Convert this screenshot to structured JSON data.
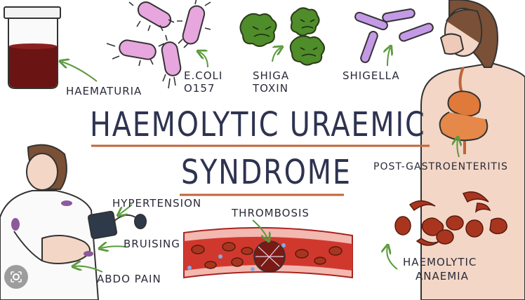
{
  "title": {
    "line1": "HAEMOLYTIC URAEMIC",
    "line2": "SYNDROME"
  },
  "causes": {
    "haematuria": "HAEMATURIA",
    "ecoli": [
      "E.COLI",
      "O157"
    ],
    "shiga_toxin": [
      "SHIGA",
      "TOXIN"
    ],
    "shigella": "SHIGELLA",
    "post_gastroenteritis": "POST-GASTROENTERITIS"
  },
  "symptoms": {
    "hypertension": "HYPERTENSION",
    "bruising": "BRUISING",
    "abdo_pain": "ABDO PAIN",
    "thrombosis": "THROMBOSIS",
    "haemolytic_anaemia": [
      "HAEMOLYTIC",
      "ANAEMIA"
    ]
  },
  "colors": {
    "title": "#2e3350",
    "underline": "#c0643a",
    "urine": "#6b1414",
    "bacteria_pink": "#e7a6de",
    "toxin_green": "#4f8c2a",
    "shigella_purple": "#c49ae6",
    "rbc": "#a8361e",
    "vessel": "#d0382e",
    "arrow": "#5a9a3c"
  },
  "icons": [
    "lens-icon"
  ]
}
